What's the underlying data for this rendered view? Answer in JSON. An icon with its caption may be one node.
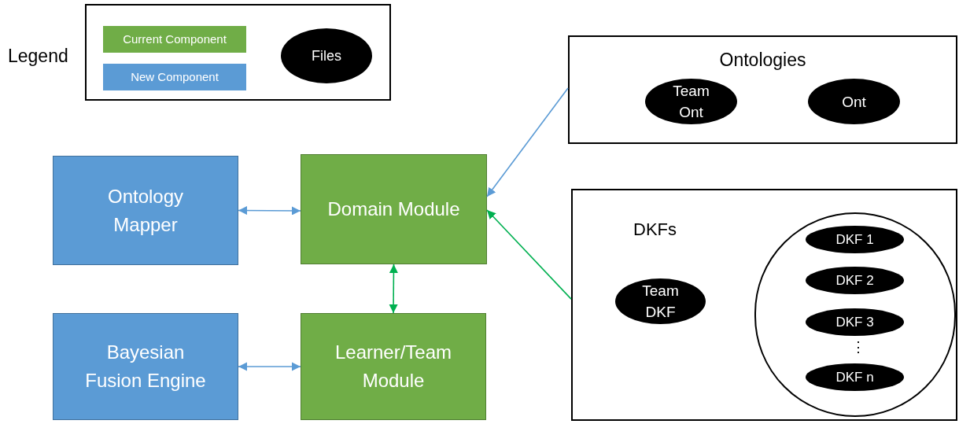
{
  "diagram": {
    "nodes": [
      {
        "text": [
          "Ontologies"
        ]
      },
      {
        "text": [
          "Team Ont"
        ],
        "in": 0
      },
      {
        "text": [
          "Ont"
        ],
        "in": 0
      },
      {
        "text": [
          "Ontology Mapper"
        ]
      },
      {
        "text": [
          "Domain Module"
        ]
      },
      {
        "text": [
          "DKFs"
        ]
      },
      {
        "text": [
          "Team DKF"
        ],
        "in": 5
      },
      {
        "text": [],
        "shape": "circle",
        "in": 5
      },
      {
        "text": [
          "DKF 1"
        ],
        "in": 7
      },
      {
        "text": [
          "DKF 2"
        ],
        "in": 7
      },
      {
        "text": [
          "DKF 3"
        ],
        "in": 7
      },
      {
        "text": [
          "DKF n"
        ],
        "in": 7
      },
      {
        "text": [
          "Bayesian Fusion Engine"
        ]
      },
      {
        "text": [
          "Learner/Team Module"
        ]
      }
    ],
    "edges": [
      {
        "from": 3,
        "to": 4,
        "arrow": "both"
      },
      {
        "from": 0,
        "to": 4,
        "arrow": "to"
      },
      {
        "from": 5,
        "to": 4,
        "arrow": "to",
        "color": "#00b050"
      },
      {
        "from": 4,
        "to": 13,
        "arrow": "both",
        "color": "#00b050"
      },
      {
        "from": 12,
        "to": 13,
        "arrow": "both"
      }
    ],
    "labels": [
      "Legend",
      "⋮"
    ],
    "legend": [
      {
        "text": "Current Component",
        "color": "#70ad47"
      },
      {
        "text": "New Component",
        "color": "#5b9bd5"
      },
      {
        "text": "Files"
      }
    ]
  }
}
